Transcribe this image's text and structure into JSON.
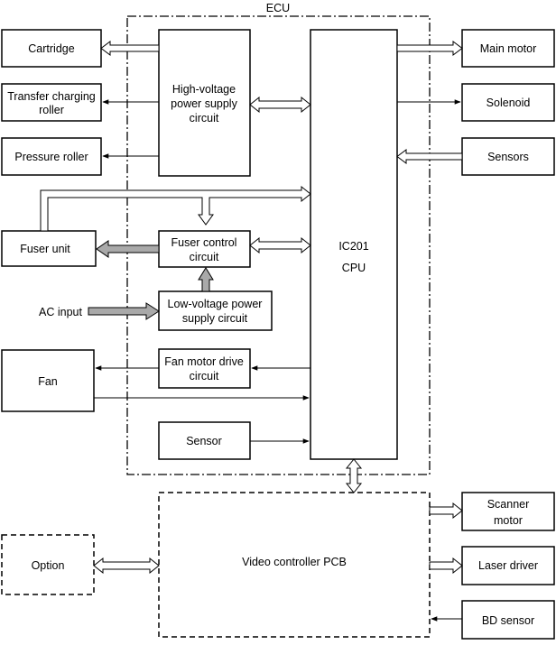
{
  "ecu": {
    "title": "ECU"
  },
  "blocks": {
    "cartridge": [
      "Cartridge"
    ],
    "transfer_roller": [
      "Transfer charging",
      "roller"
    ],
    "pressure_roller": [
      "Pressure roller"
    ],
    "fuser_unit": [
      "Fuser unit"
    ],
    "ac_input": [
      "AC input"
    ],
    "fan": [
      "Fan"
    ],
    "hv_power": [
      "High-voltage",
      "power supply",
      "circuit"
    ],
    "fuser_control": [
      "Fuser control",
      "circuit"
    ],
    "lv_power": [
      "Low-voltage power",
      "supply circuit"
    ],
    "fan_drive": [
      "Fan motor drive",
      "circuit"
    ],
    "sensor": [
      "Sensor"
    ],
    "cpu": [
      "IC201",
      "CPU"
    ],
    "main_motor": [
      "Main motor"
    ],
    "solenoid": [
      "Solenoid"
    ],
    "sensors": [
      "Sensors"
    ],
    "video_controller": [
      "Video controller PCB"
    ],
    "option": [
      "Option"
    ],
    "scanner_motor": [
      "Scanner",
      "motor"
    ],
    "laser_driver": [
      "Laser driver"
    ],
    "bd_sensor": [
      "BD sensor"
    ]
  }
}
